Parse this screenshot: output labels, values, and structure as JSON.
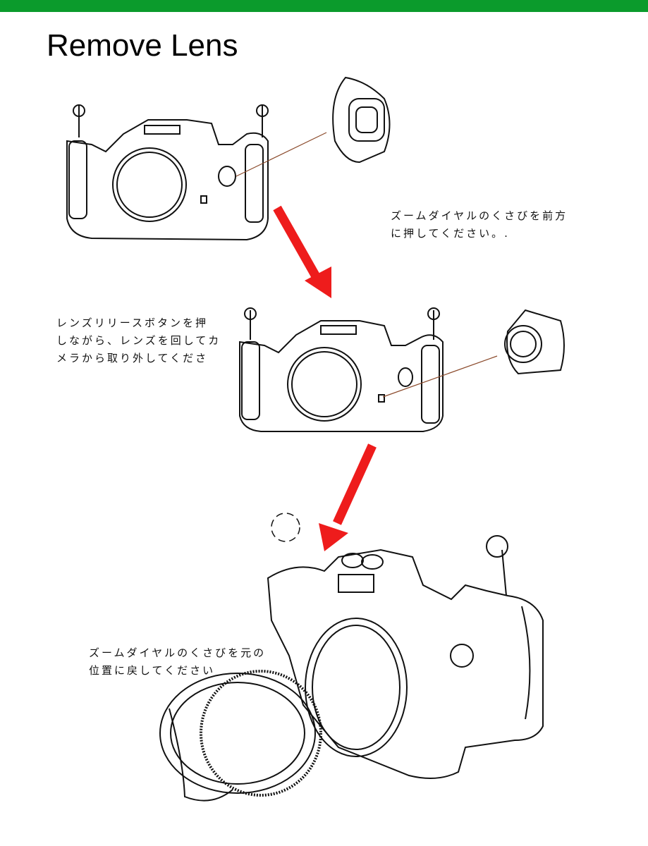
{
  "header": {
    "accent_color": "#0b9b2c"
  },
  "title": "Remove Lens",
  "steps": [
    {
      "lines": [
        "ズームダイヤルのくさびを前方",
        "に押してください。."
      ]
    },
    {
      "lines": [
        "レンズリリースボタンを押",
        "しながら、レンズを回してカ",
        "メラから取り外してくださ"
      ]
    },
    {
      "lines": [
        "ズームダイヤルのくさびを元の",
        "位置に戻してください"
      ]
    }
  ],
  "arrow_color": "#ee1c1c",
  "leader_color": "#8b4a2b"
}
